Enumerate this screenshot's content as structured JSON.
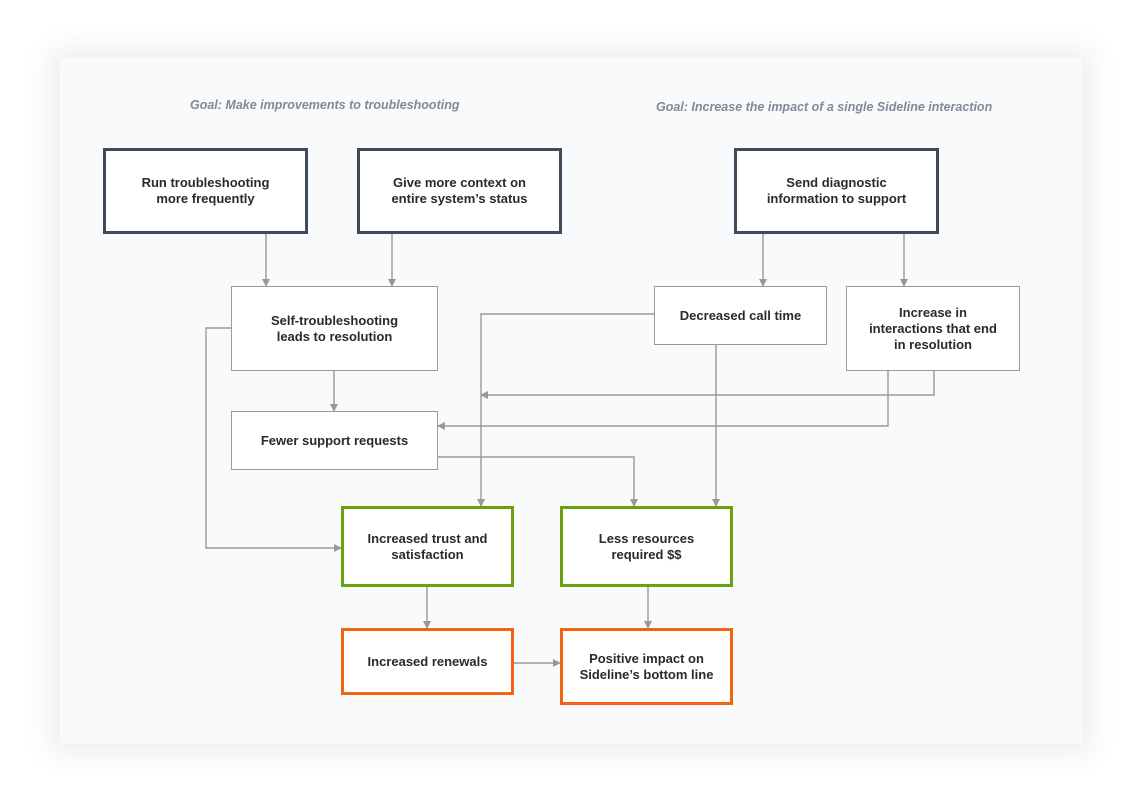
{
  "goals": {
    "left": "Goal: Make improvements to troubleshooting",
    "right": "Goal: Increase the impact of a single Sideline interaction"
  },
  "nodes": {
    "run_troubleshooting": "Run troubleshooting\nmore frequently",
    "give_context": "Give more context on\nentire system’s status",
    "send_diagnostic": "Send diagnostic\ninformation to support",
    "self_troubleshooting": "Self-troubleshooting\nleads to resolution",
    "decreased_call_time": "Decreased call time",
    "increase_interactions": "Increase in\ninteractions that end\nin resolution",
    "fewer_requests": "Fewer support requests",
    "increased_trust": "Increased trust and\nsatisfaction",
    "less_resources": "Less resources\nrequired $$",
    "increased_renewals": "Increased renewals",
    "positive_impact": "Positive impact on\nSideline’s bottom line"
  },
  "colors": {
    "primary_border": "#3f4b5b",
    "secondary_border": "#9a9a9a",
    "outcome_border": "#6ba10f",
    "result_border": "#f26412",
    "goal_text": "#7f8b98",
    "connector": "#999999"
  }
}
